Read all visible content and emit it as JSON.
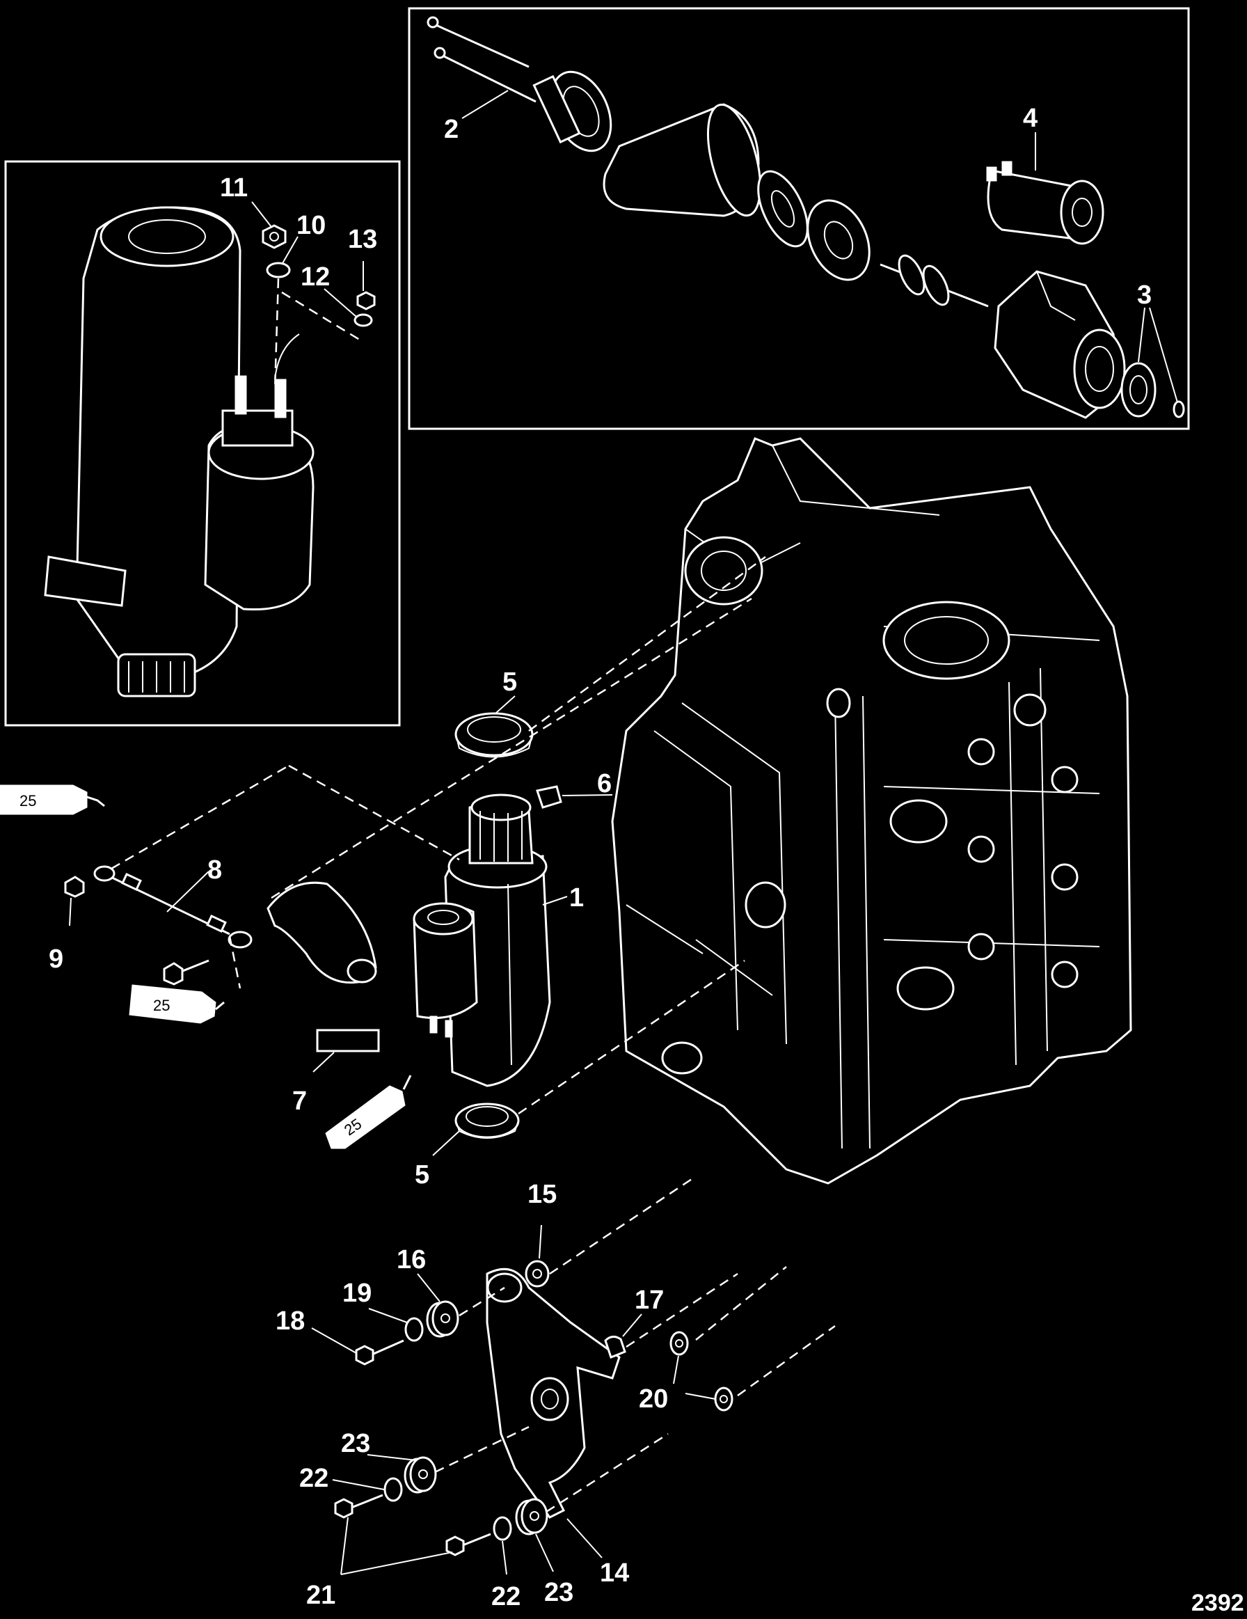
{
  "callouts": {
    "c1": "1",
    "c2": "2",
    "c3": "3",
    "c4": "4",
    "c5a": "5",
    "c5b": "5",
    "c6": "6",
    "c7": "7",
    "c8": "8",
    "c9": "9",
    "c10": "10",
    "c11": "11",
    "c12": "12",
    "c13": "13",
    "c14": "14",
    "c15": "15",
    "c16": "16",
    "c17": "17",
    "c18": "18",
    "c19": "19",
    "c20": "20",
    "c21": "21",
    "c22a": "22",
    "c22b": "22",
    "c23a": "23",
    "c23b": "23"
  },
  "sealant_tubes": {
    "t1": "25",
    "t2": "25",
    "t3": "25"
  },
  "figure_id": "2392",
  "colors": {
    "background": "#000000",
    "linework": "#ffffff"
  }
}
